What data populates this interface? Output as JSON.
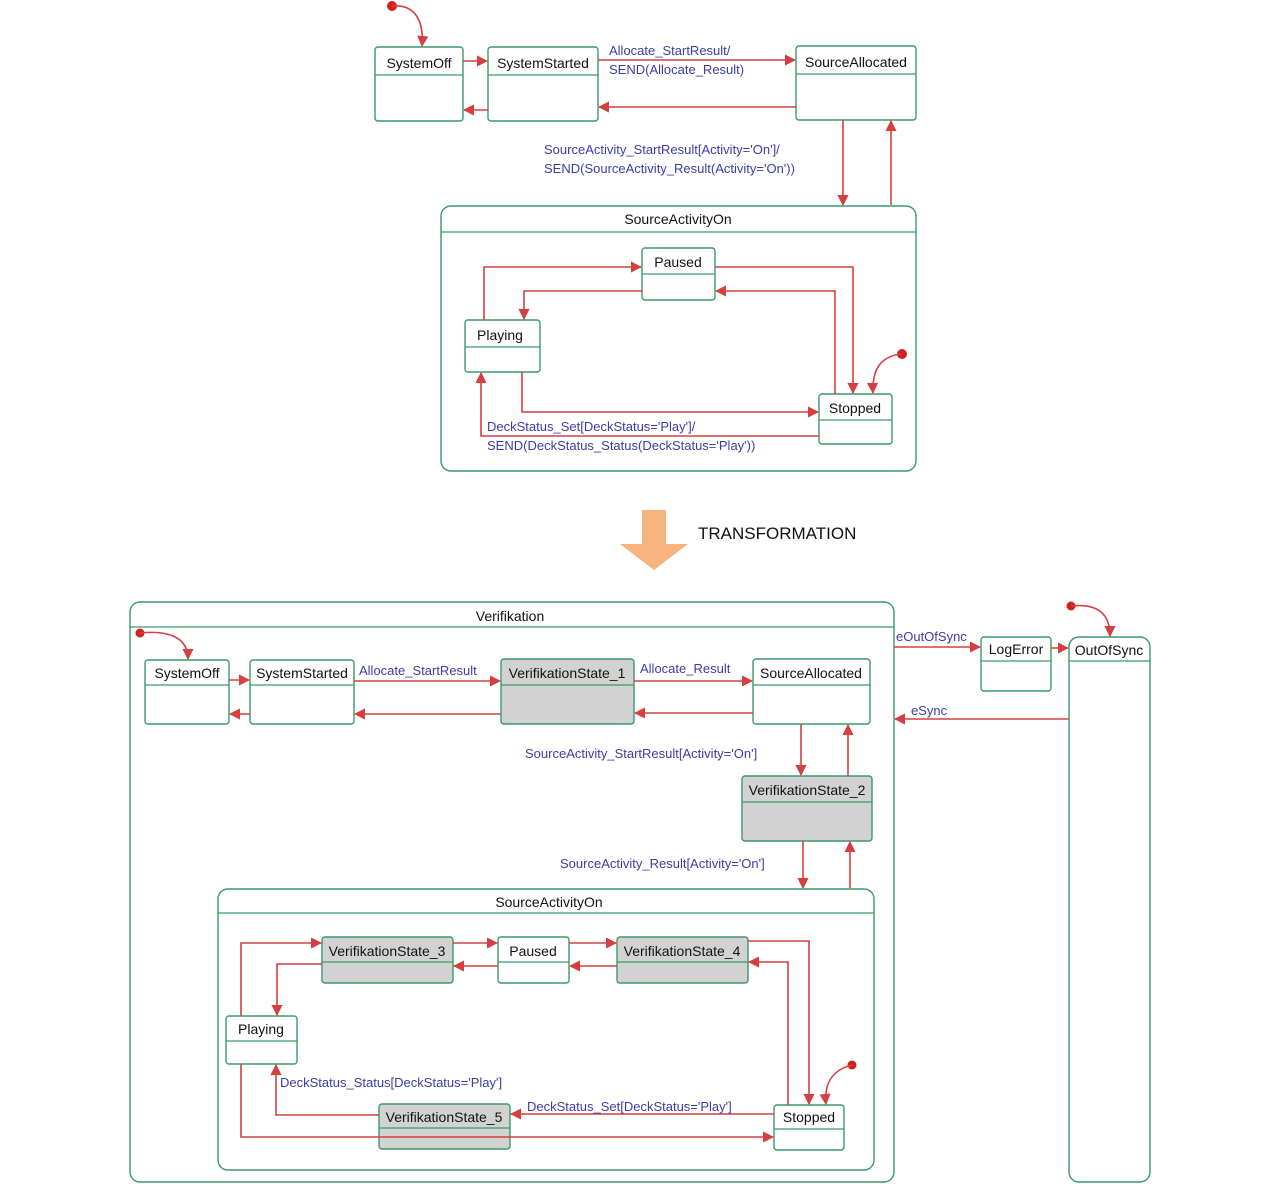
{
  "colors": {
    "state_border": "#3a9a6a",
    "transition": "#d44040",
    "label_text": "#3c3ca8",
    "verification_fill": "#d2d2d2",
    "arrow_fill": "#f7b47f",
    "initial_dot": "#d42020"
  },
  "top": {
    "states": {
      "system_off": "SystemOff",
      "system_started": "SystemStarted",
      "source_allocated": "SourceAllocated",
      "source_activity_on": "SourceActivityOn",
      "paused": "Paused",
      "playing": "Playing",
      "stopped": "Stopped"
    },
    "labels": {
      "allocate_1": "Allocate_StartResult/",
      "allocate_2": "SEND(Allocate_Result)",
      "activity_1": "SourceActivity_StartResult[Activity='On']/",
      "activity_2": "SEND(SourceActivity_Result(Activity='On'))",
      "deck_1": "DeckStatus_Set[DeckStatus='Play']/",
      "deck_2": "SEND(DeckStatus_Status(DeckStatus='Play'))"
    }
  },
  "transformation": {
    "label": "TRANSFORMATION",
    "arrow_icon": "down-arrow-icon"
  },
  "bottom": {
    "states": {
      "verifikation": "Verifikation",
      "system_off": "SystemOff",
      "system_started": "SystemStarted",
      "verif_1": "VerifikationState_1",
      "source_allocated": "SourceAllocated",
      "verif_2": "VerifikationState_2",
      "source_activity_on": "SourceActivityOn",
      "verif_3": "VerifikationState_3",
      "paused": "Paused",
      "verif_4": "VerifikationState_4",
      "playing": "Playing",
      "verif_5": "VerifikationState_5",
      "stopped": "Stopped",
      "log_error": "LogError",
      "out_of_sync": "OutOfSync"
    },
    "labels": {
      "allocate_start": "Allocate_StartResult",
      "allocate_result": "Allocate_Result",
      "activity_start": "SourceActivity_StartResult[Activity='On']",
      "activity_result": "SourceActivity_Result[Activity='On']",
      "deck_status": "DeckStatus_Status[DeckStatus='Play']",
      "deck_set": "DeckStatus_Set[DeckStatus='Play']",
      "e_out_of_sync": "eOutOfSync",
      "e_sync": "eSync"
    }
  }
}
